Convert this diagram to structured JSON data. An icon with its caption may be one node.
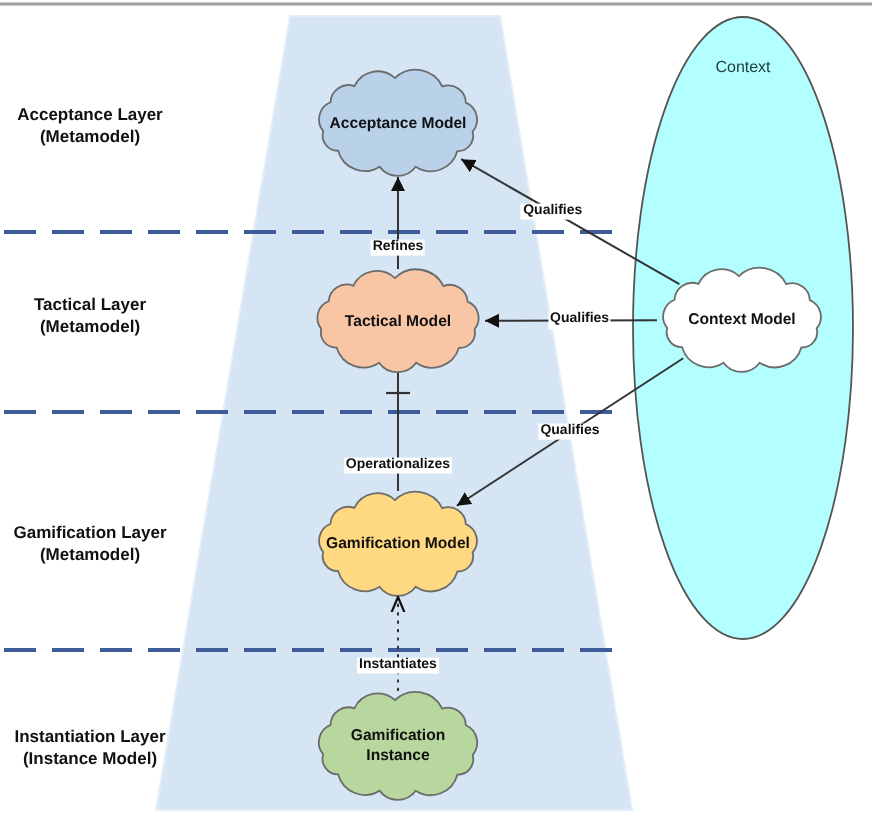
{
  "diagram": {
    "nodes": [
      {
        "text": [
          "Acceptance Model"
        ]
      },
      {
        "text": [
          "Context"
        ]
      },
      {
        "text": [
          "Tactical Model"
        ]
      },
      {
        "text": [
          "Context Model"
        ],
        "in": 1
      },
      {
        "text": [
          "Gamification Model"
        ]
      },
      {
        "text": [
          "Gamification Instance"
        ]
      }
    ],
    "edges": [
      {
        "from": 2,
        "to": 0,
        "arrow": "to",
        "label": "Refines"
      },
      {
        "from": 3,
        "to": 0,
        "arrow": "to",
        "label": "Qualifies"
      },
      {
        "from": 3,
        "to": 2,
        "arrow": "to",
        "label": "Qualifies"
      },
      {
        "from": 3,
        "to": 4,
        "arrow": "to",
        "label": "Qualifies"
      },
      {
        "from": 4,
        "to": 2,
        "arrow": "other",
        "label": "Operationalizes"
      },
      {
        "from": 5,
        "to": 4,
        "arrow": "to",
        "label": "Instantiates",
        "style": "dashed"
      }
    ],
    "labels": [
      "Acceptance Layer (Metamodel)",
      "Tactical Layer (Metamodel)",
      "Gamification Layer (Metamodel)",
      "Instantiation Layer (Instance Model)"
    ]
  }
}
